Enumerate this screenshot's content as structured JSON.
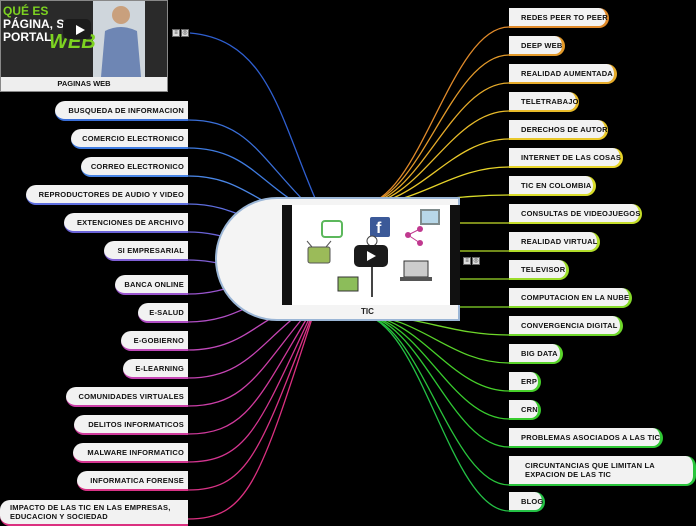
{
  "center": {
    "title": "TIC"
  },
  "thumbnail": {
    "label": "PAGINAS WEB",
    "line1": "QUÉ ES",
    "line2": "PÁGINA, S",
    "line3": "PORTAL",
    "web": "WEB"
  },
  "left_nodes": [
    "BUSQUEDA DE INFORMACION",
    "COMERCIO ELECTRONICO",
    "CORREO ELECTRONICO",
    "REPRODUCTORES DE AUDIO Y VIDEO",
    "EXTENCIONES DE ARCHIVO",
    "SI EMPRESARIAL",
    "BANCA ONLINE",
    "E-SALUD",
    "E-GOBIERNO",
    "E-LEARNING",
    "COMUNIDADES VIRTUALES",
    "DELITOS INFORMATICOS",
    "MALWARE INFORMATICO",
    "INFORMATICA FORENSE",
    "IMPACTO DE LAS TIC EN LAS EMPRESAS, EDUCACION Y SOCIEDAD"
  ],
  "right_nodes": [
    "REDES PEER TO PEER",
    "DEEP WEB",
    "REALIDAD AUMENTADA",
    "TELETRABAJO",
    "DERECHOS DE AUTOR",
    "INTERNET DE LAS COSAS",
    "TIC EN COLOMBIA",
    "CONSULTAS DE VIDEOJUEGOS",
    "REALIDAD VIRTUAL",
    "TELEVISOR",
    "COMPUTACION EN LA NUBE",
    "CONVERGENCIA DIGITAL",
    "BIG DATA",
    "ERP",
    "CRN",
    "PROBLEMAS ASOCIADOS A LAS TIC",
    "CIRCUNTANCIAS QUE LIMITAN LA EXPACION DE LAS TIC",
    "BLOG"
  ]
}
